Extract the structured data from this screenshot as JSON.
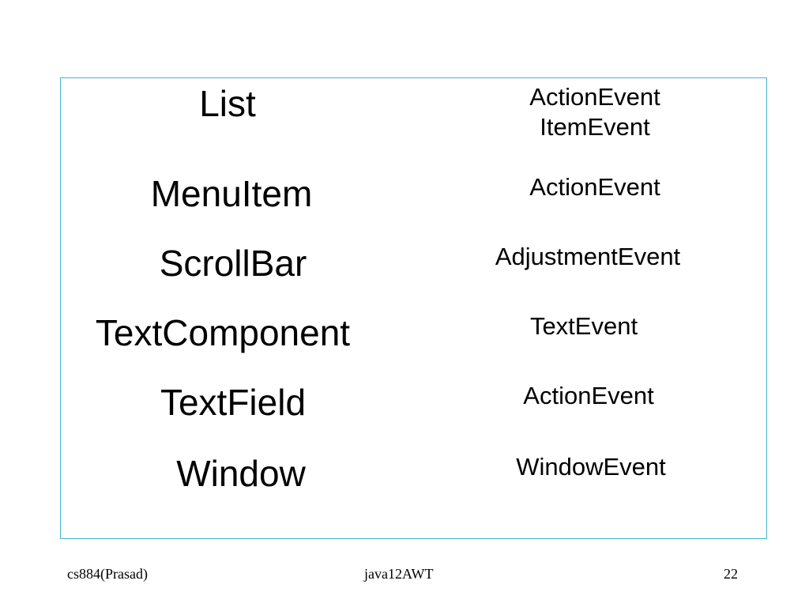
{
  "slide": {
    "rows": [
      {
        "component": "List",
        "events": [
          "ActionEvent",
          "ItemEvent"
        ]
      },
      {
        "component": "MenuItem",
        "events": [
          "ActionEvent"
        ]
      },
      {
        "component": "ScrollBar",
        "events": [
          "AdjustmentEvent"
        ]
      },
      {
        "component": "TextComponent",
        "events": [
          "TextEvent"
        ]
      },
      {
        "component": "TextField",
        "events": [
          "ActionEvent"
        ]
      },
      {
        "component": "Window",
        "events": [
          "WindowEvent"
        ]
      }
    ]
  },
  "footer": {
    "left": "cs884(Prasad)",
    "center": "java12AWT",
    "right": "22"
  }
}
